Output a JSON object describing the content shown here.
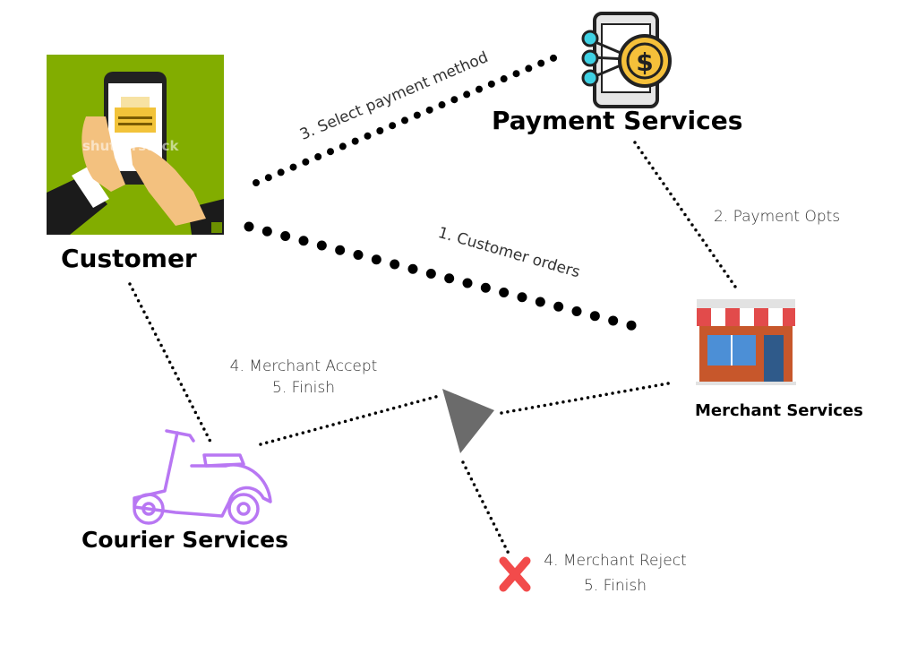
{
  "nodes": {
    "customer": {
      "title": "Customer",
      "image_watermark": "shutterstock"
    },
    "payment": {
      "title": "Payment Services"
    },
    "merchant": {
      "title": "Merchant Services"
    },
    "courier": {
      "title": "Courier Services"
    }
  },
  "edges": {
    "customer_orders": "1. Customer orders",
    "payment_opts": "2. Payment Opts",
    "select_payment": "3. Select payment method",
    "merchant_accept": "4. Merchant Accept",
    "accept_finish": "5. Finish",
    "merchant_reject": "4. Merchant Reject",
    "reject_finish": "5. Finish"
  },
  "colors": {
    "customer_bg": "#82ad00",
    "scooter": "#b877f3",
    "decision": "#6b6b6b",
    "reject_x": "#f24b4b",
    "payment_accent": "#f5c03a",
    "payment_node": "#3fd1e3",
    "awning_red": "#e24b4b",
    "shop_blue": "#4c8fd6"
  },
  "icons": {
    "customer": "phone-payment-image",
    "payment": "payment-server-dollar-icon",
    "merchant": "storefront-icon",
    "courier": "scooter-icon",
    "decision": "triangle-decision-icon",
    "reject": "x-reject-icon"
  }
}
